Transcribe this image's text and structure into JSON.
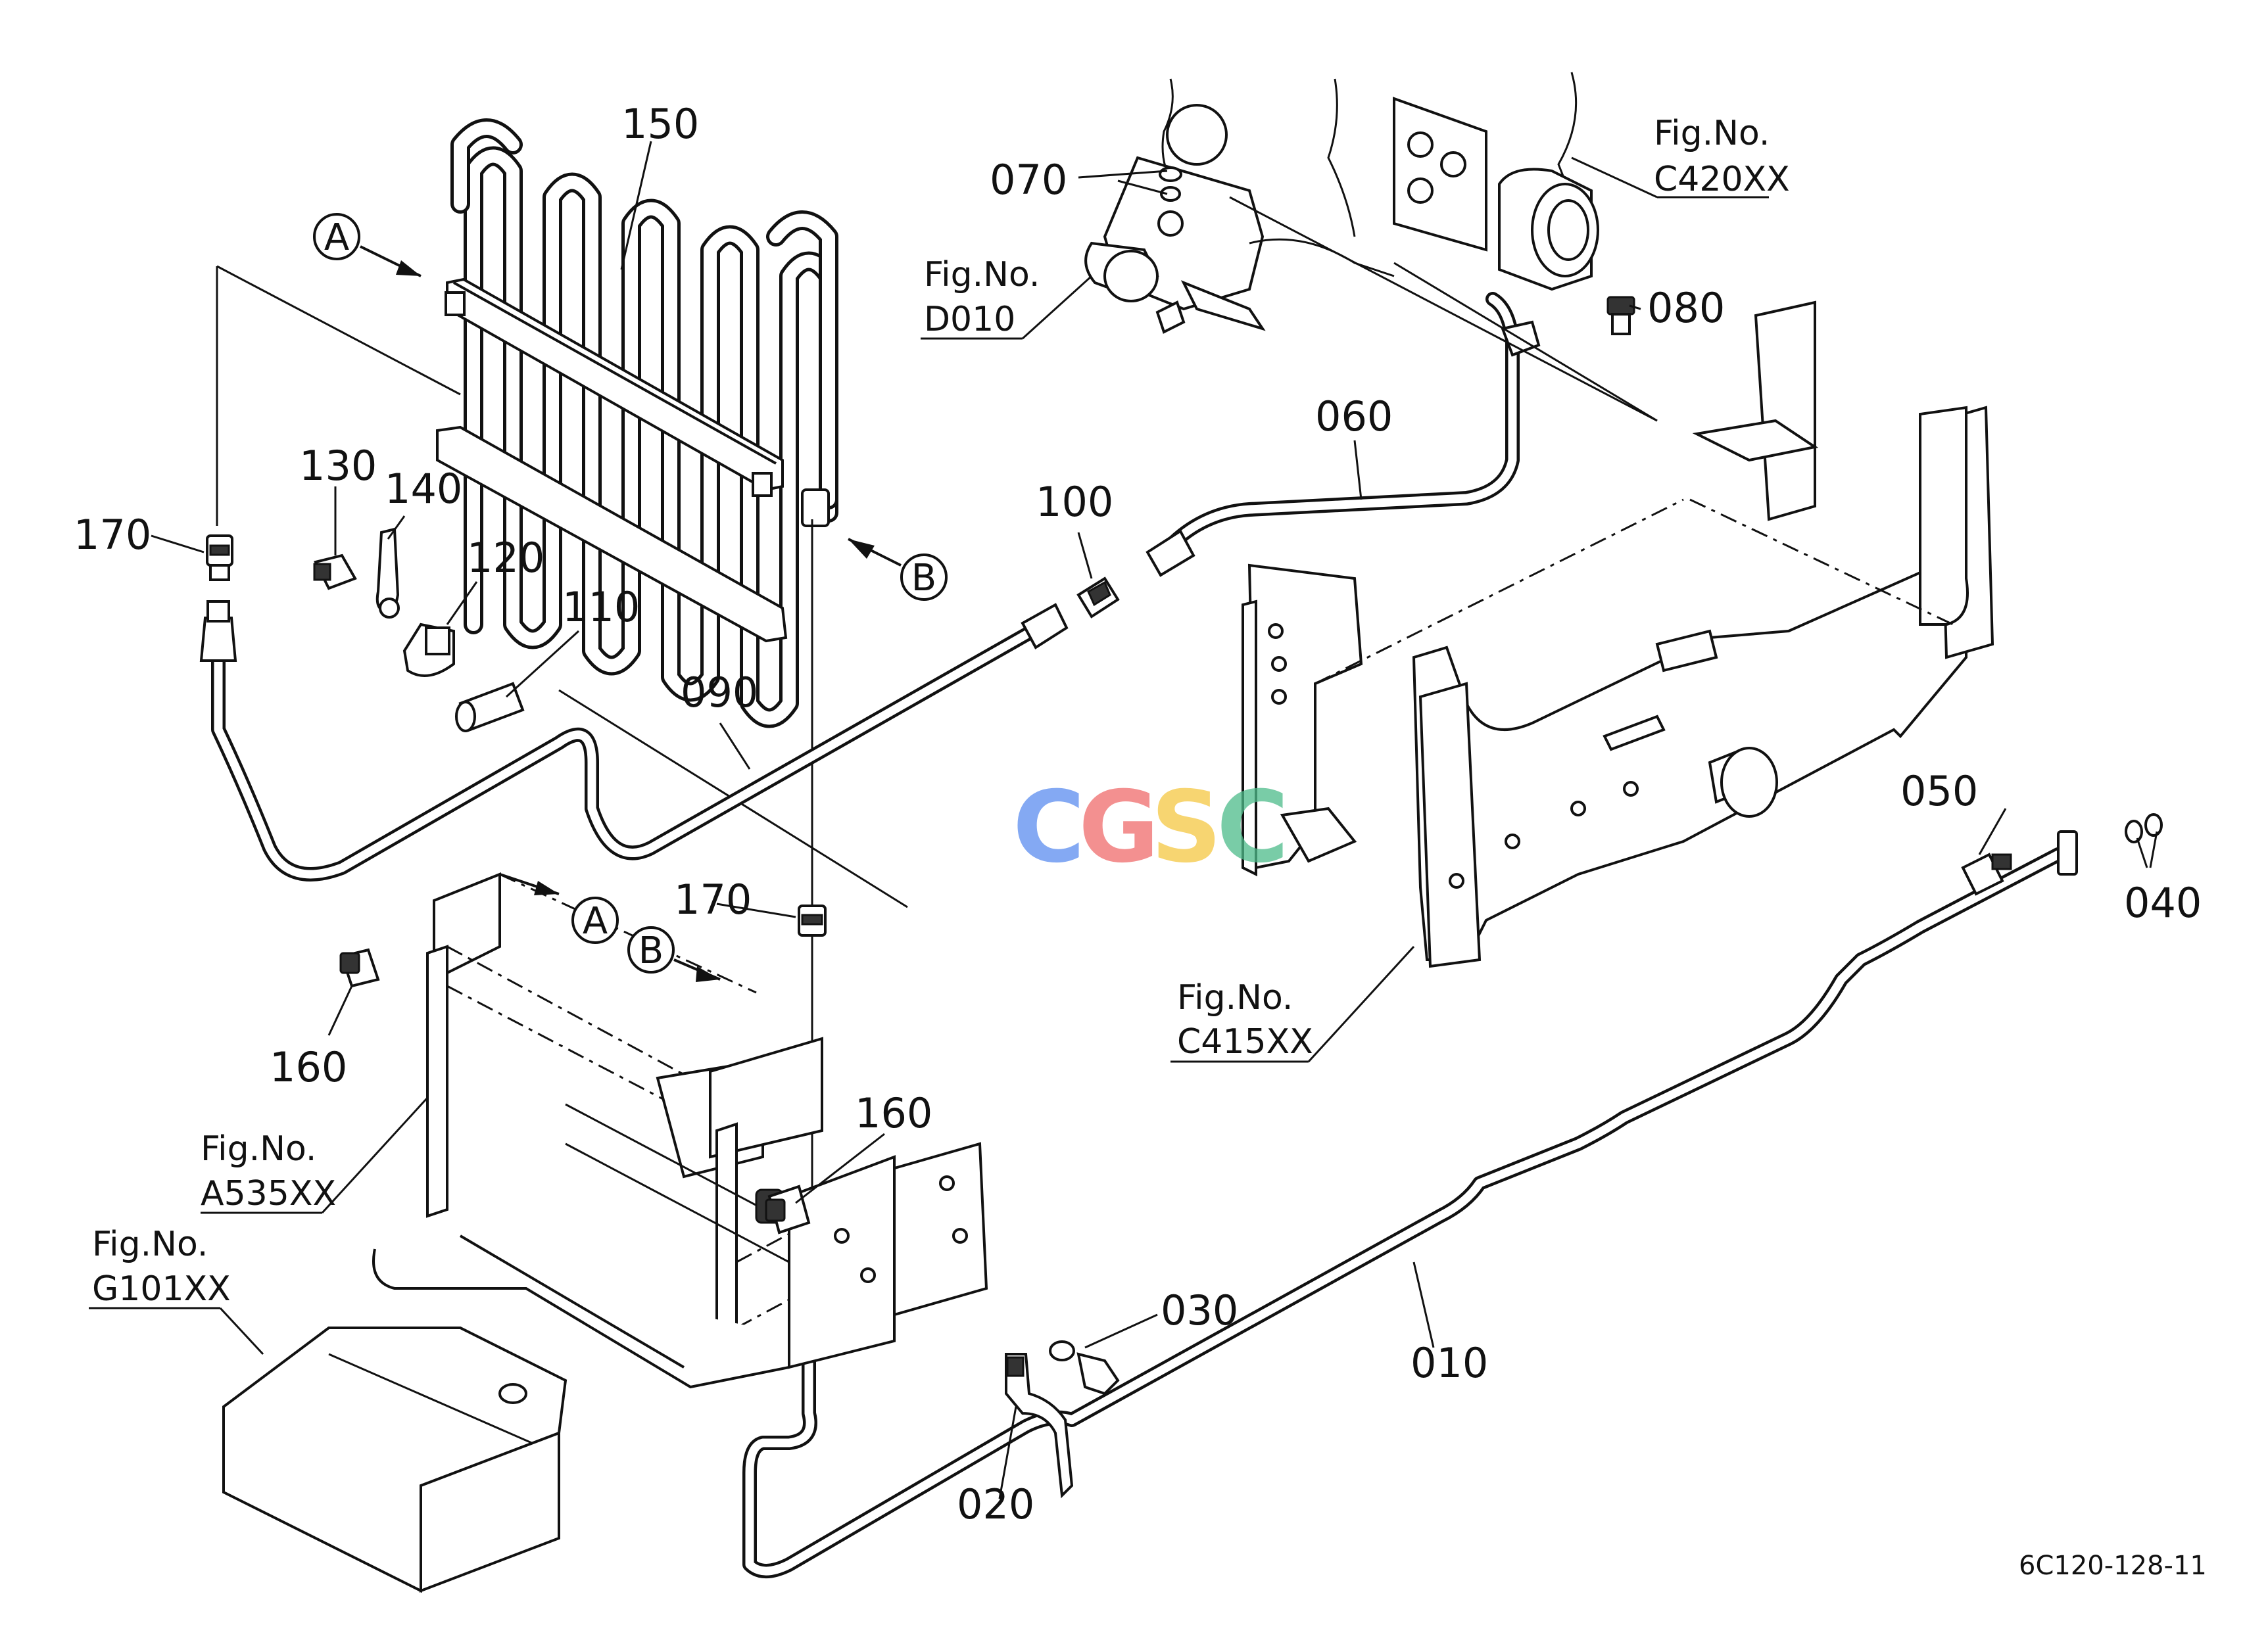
{
  "part_labels": {
    "p010": "010",
    "p020": "020",
    "p030": "030",
    "p040": "040",
    "p050": "050",
    "p060": "060",
    "p070": "070",
    "p080": "080",
    "p090": "090",
    "p100": "100",
    "p110": "110",
    "p120": "120",
    "p130": "130",
    "p140": "140",
    "p150": "150",
    "p160_left": "160",
    "p160_mid": "160",
    "p170_left": "170",
    "p170_mid": "170"
  },
  "figure_refs": {
    "c420": {
      "prefix": "Fig.No.",
      "code": "C420XX"
    },
    "d010": {
      "prefix": "Fig.No.",
      "code": "D010"
    },
    "c415": {
      "prefix": "Fig.No.",
      "code": "C415XX"
    },
    "a535": {
      "prefix": "Fig.No.",
      "code": "A535XX"
    },
    "g101": {
      "prefix": "Fig.No.",
      "code": "G101XX"
    }
  },
  "callouts": {
    "a_top": "A",
    "b_top": "B",
    "a_frame": "A",
    "b_frame": "B"
  },
  "watermark": {
    "letters": [
      "C",
      "G",
      "S",
      "C"
    ],
    "colors": [
      "#5b8def",
      "#ef6b6b",
      "#f5c842",
      "#4dbb8a"
    ]
  },
  "drawing_code": "6C120-128-11"
}
